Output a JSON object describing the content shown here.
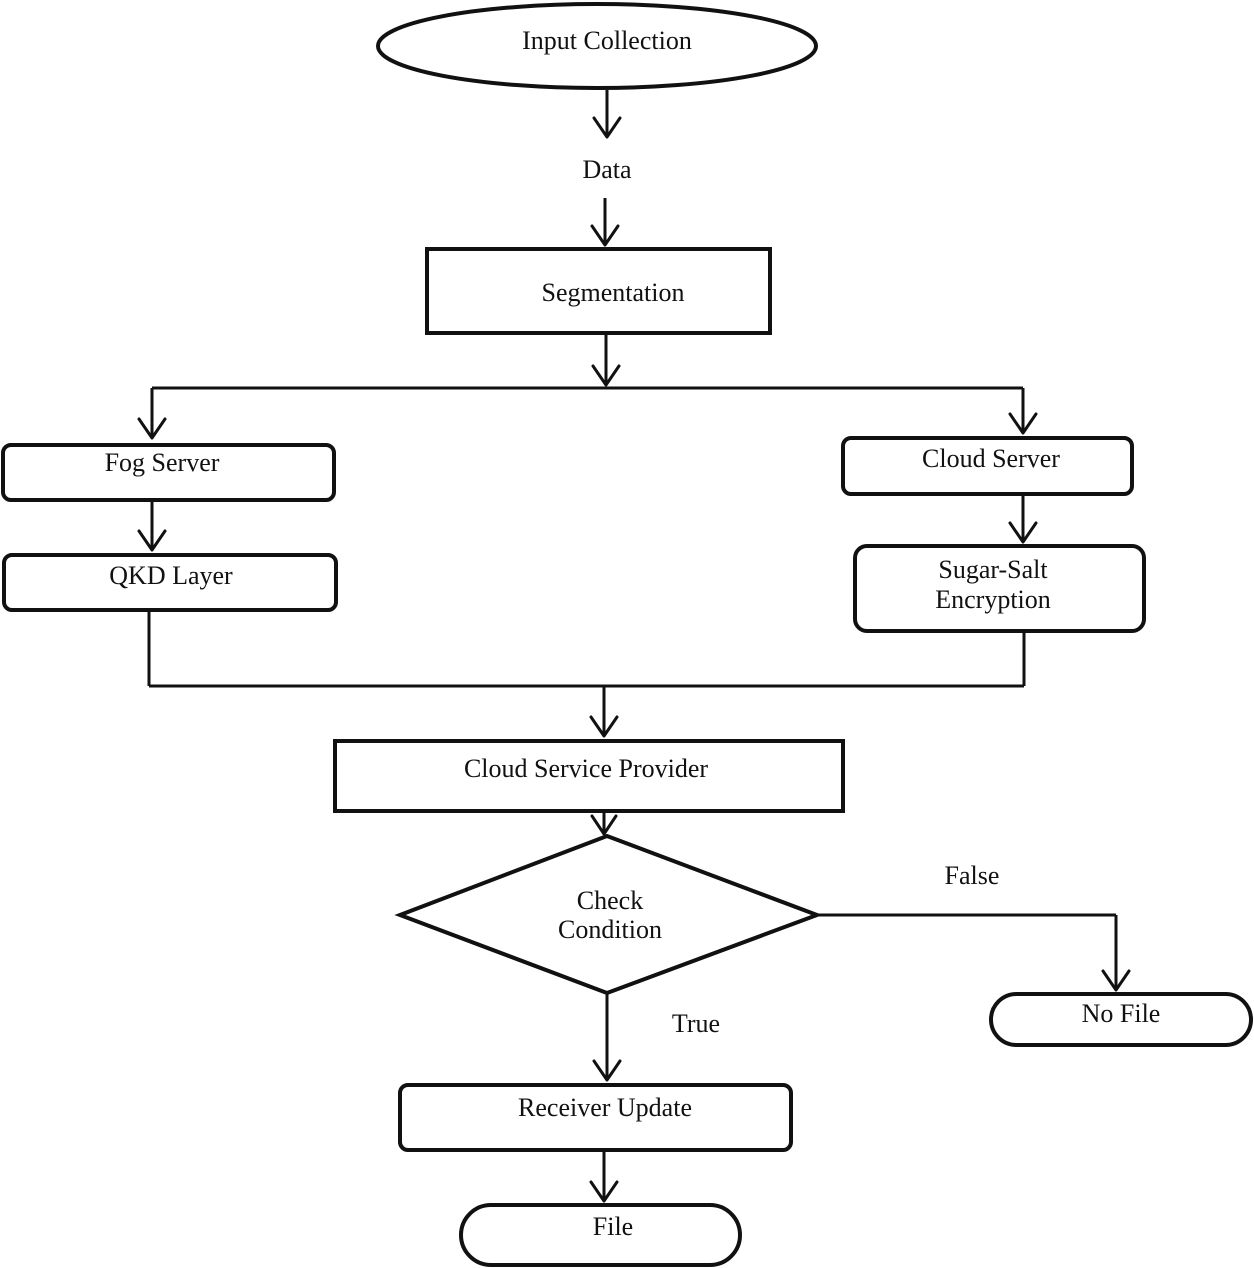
{
  "diagram": {
    "nodes": {
      "input_collection": "Input Collection",
      "data_label": "Data",
      "segmentation": "Segmentation",
      "fog_server": "Fog Server",
      "qkd_layer": "QKD Layer",
      "cloud_server": "Cloud Server",
      "sugar_salt_line1": "Sugar-Salt",
      "sugar_salt_line2": "Encryption",
      "cloud_service_provider": "Cloud Service Provider",
      "check_line1": "Check",
      "check_line2": "Condition",
      "receiver_update": "Receiver Update",
      "file": "File",
      "no_file": "No File"
    },
    "edge_labels": {
      "false": "False",
      "true": "True"
    }
  }
}
